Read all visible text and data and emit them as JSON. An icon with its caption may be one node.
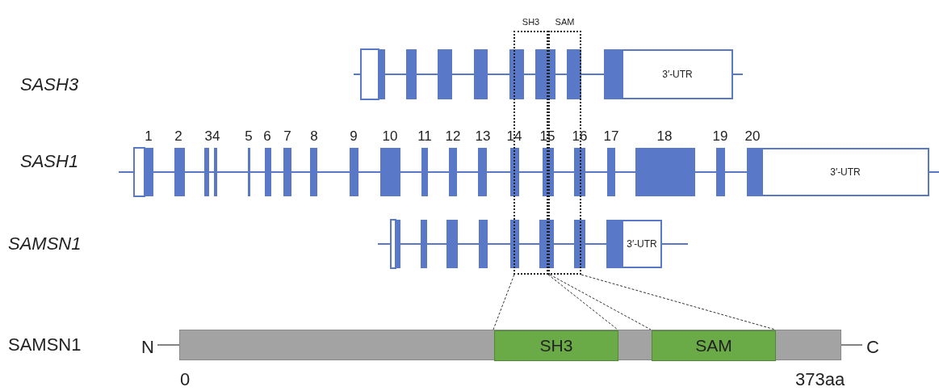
{
  "diagram": {
    "nodes": [
      {
        "text": [
          "SH3"
        ]
      },
      {
        "text": [
          "SAM"
        ]
      },
      {
        "text": [
          "3′-UTR"
        ]
      },
      {
        "text": [
          "3′-UTR"
        ]
      },
      {
        "text": [
          "3′-UTR"
        ]
      },
      {
        "text": [],
        "shape": "bar"
      },
      {
        "text": [
          "SH3"
        ],
        "in": 5
      },
      {
        "text": [
          "SAM"
        ],
        "in": 5
      }
    ],
    "edges": [
      {
        "from": 0,
        "to": 6,
        "arrow": "none",
        "style": "dashed"
      },
      {
        "from": 0,
        "to": 6,
        "arrow": "none",
        "style": "dashed"
      },
      {
        "from": 1,
        "to": 7,
        "arrow": "none",
        "style": "dashed"
      },
      {
        "from": 1,
        "to": 7,
        "arrow": "none",
        "style": "dashed"
      }
    ],
    "labels": [
      "SASH3",
      "1",
      "2",
      "34",
      "5",
      "6",
      "7",
      "8",
      "9",
      "10",
      "11",
      "12",
      "13",
      "14",
      "15",
      "16",
      "17",
      "18",
      "19",
      "20",
      "SASH1",
      "SAMSN1",
      "SAMSN1",
      "N",
      "C",
      "0",
      "373aa"
    ]
  }
}
